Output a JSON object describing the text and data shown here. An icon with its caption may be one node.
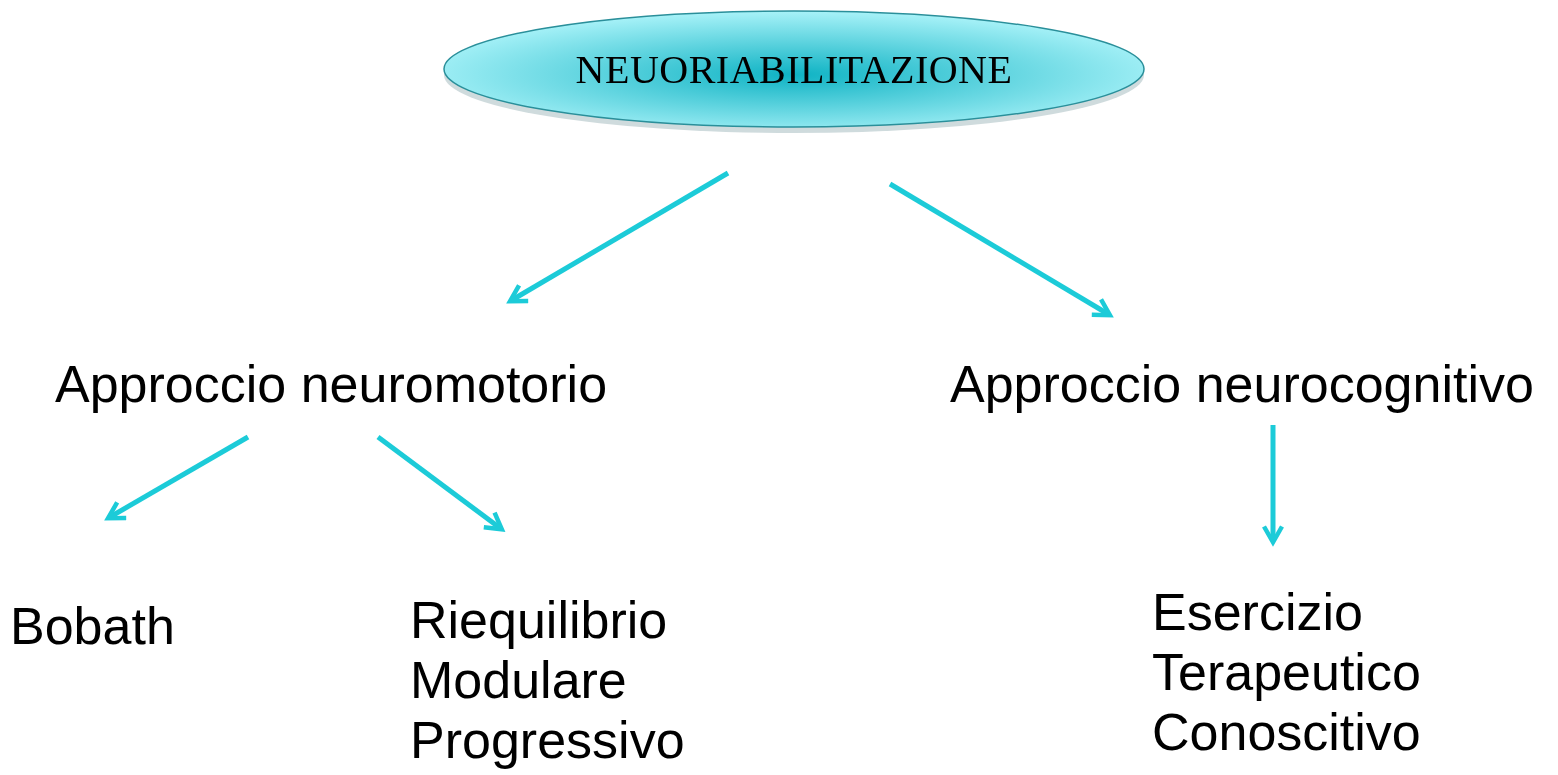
{
  "diagram": {
    "nodes": [
      {
        "text": [
          "NEUORIABILITAZIONE"
        ]
      },
      {
        "text": [
          "Approccio neuromotorio"
        ]
      },
      {
        "text": [
          "Approccio neurocognitivo"
        ]
      },
      {
        "text": [
          "Bobath"
        ]
      },
      {
        "text": [
          "Riequilibrio Modulare Progressivo"
        ]
      },
      {
        "text": [
          "Esercizio Terapeutico Conoscitivo"
        ]
      }
    ],
    "edges": [
      {
        "from": 0,
        "to": 1,
        "arrow": "to"
      },
      {
        "from": 0,
        "to": 2,
        "arrow": "to"
      },
      {
        "from": 1,
        "to": 3,
        "arrow": "to"
      },
      {
        "from": 1,
        "to": 4,
        "arrow": "to"
      },
      {
        "from": 2,
        "to": 5,
        "arrow": "to"
      }
    ]
  }
}
